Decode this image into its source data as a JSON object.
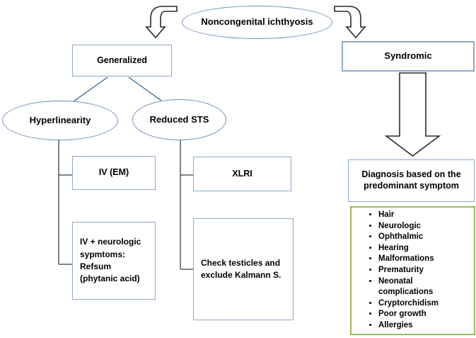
{
  "colors": {
    "box-border": "#8fa9c7",
    "ellipse-border": "#6e8ebf",
    "green-border": "#9bbb59",
    "line-blue": "#4f74a8",
    "line-dark": "#3f3f3f",
    "arrow-outline": "#2a2a2a",
    "text": "#000000"
  },
  "nodes": {
    "root": "Noncongenital ichthyosis",
    "generalized": "Generalized",
    "syndromic": "Syndromic",
    "hyperlinearity": "Hyperlinearity",
    "reduced_sts": "Reduced STS",
    "iv_em": "IV (EM)",
    "iv_neurologic": "IV + neurologic\nsypmtoms:\nRefsum\n(phytanic acid)",
    "xlri": "XLRI",
    "check_testicles": "Check testicles and\nexclude Kalmann S.",
    "diagnosis": "Diagnosis based on the\npredominant symptom"
  },
  "symptoms": {
    "items": [
      "Hair",
      "Neurologic",
      "Ophthalmic",
      "Hearing",
      "Malformations",
      "Prematurity",
      "Neonatal complications",
      "Cryptorchidism",
      "Poor growth",
      "Allergies"
    ]
  }
}
